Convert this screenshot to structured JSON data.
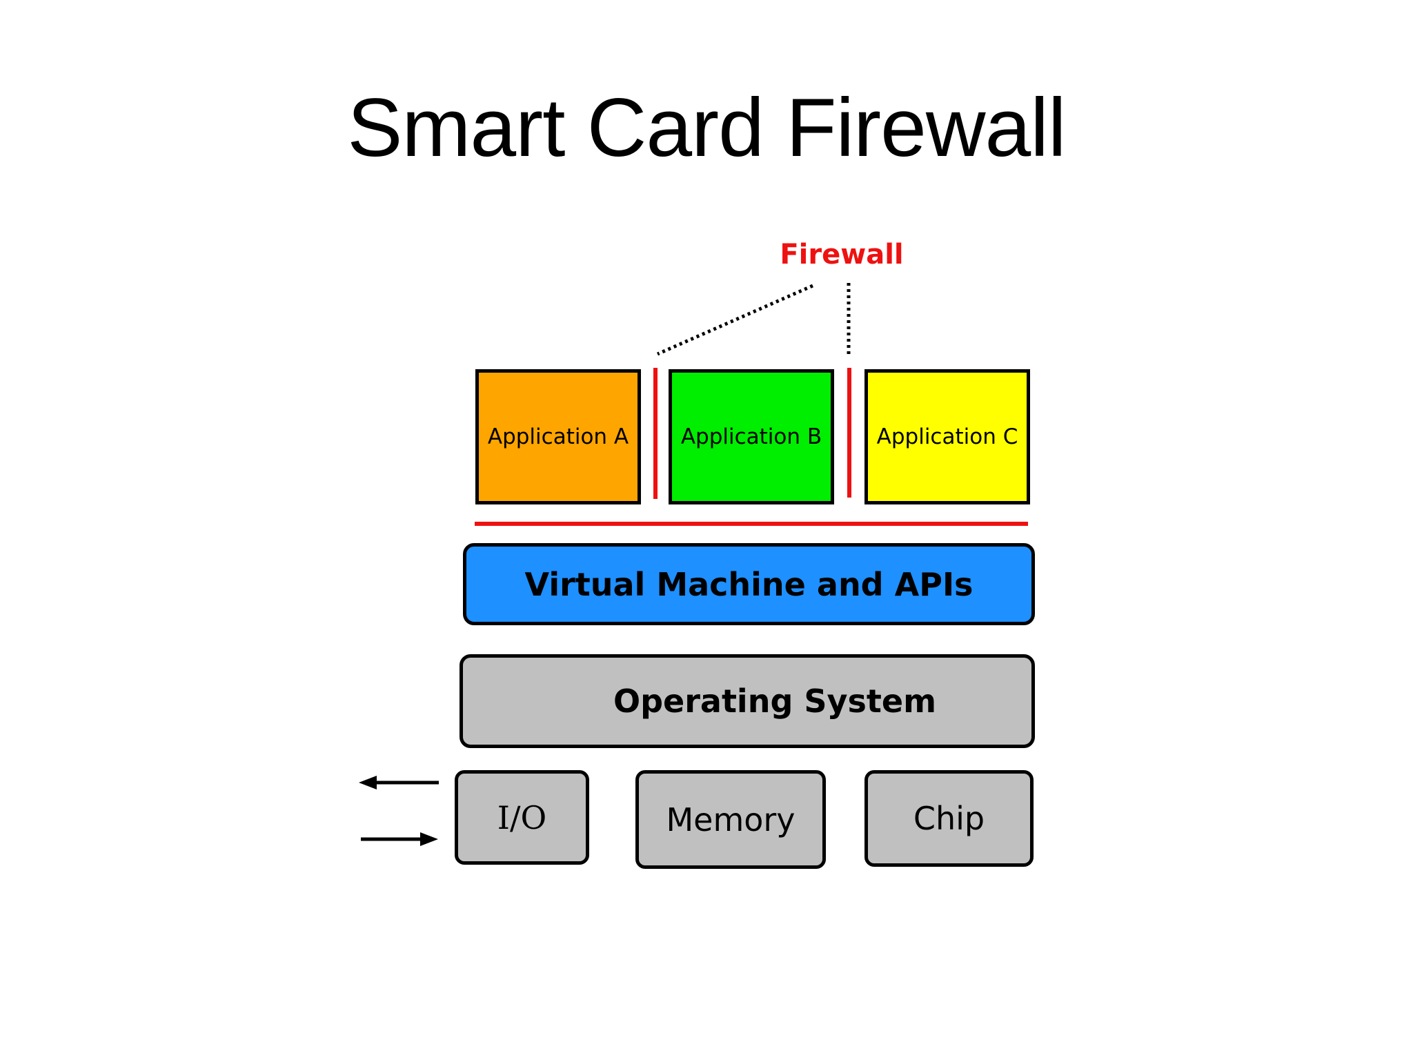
{
  "slide": {
    "title": "Smart Card Firewall"
  },
  "diagram": {
    "firewall_label": "Firewall",
    "applications": [
      {
        "label": "Application A",
        "color": "#ffa500"
      },
      {
        "label": "Application B",
        "color": "#00ee00"
      },
      {
        "label": "Application C",
        "color": "#ffff00"
      }
    ],
    "vm_layer": {
      "label": "Virtual Machine and APIs",
      "color": "#1e90ff"
    },
    "os_layer": {
      "label": "Operating System",
      "color": "#c0c0c0"
    },
    "hardware": [
      {
        "label": "I/O"
      },
      {
        "label": "Memory"
      },
      {
        "label": "Chip"
      }
    ],
    "firewall_color": "#ee1111"
  }
}
